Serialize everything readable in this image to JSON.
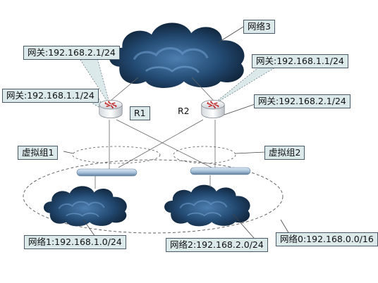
{
  "network3": {
    "label": "网络3"
  },
  "router1": {
    "name": "R1",
    "gateway_top": "网关:192.168.2.1/24",
    "gateway_left": "网关:192.168.1.1/24"
  },
  "router2": {
    "name": "R2",
    "gateway_top": "网关:192.168.1.1/24",
    "gateway_right": "网关:192.168.2.1/24"
  },
  "virtual_groups": {
    "group1": "虚拟组1",
    "group2": "虚拟组2"
  },
  "networks": {
    "network1": "网络1:192.168.1.0/24",
    "network2": "网络2:192.168.2.0/24",
    "network0": "网络0:192.168.0.0/16"
  },
  "colors": {
    "callout_fill": "#dbe9ea",
    "cloud_dark": "#0c1c2e",
    "cloud_light": "#4d7fb0",
    "segment_bar": "#a9c3dc"
  }
}
